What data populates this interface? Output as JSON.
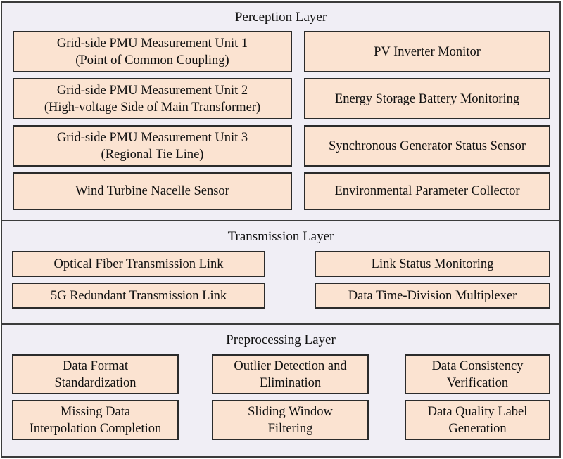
{
  "perception": {
    "title": "Perception Layer",
    "left": [
      {
        "line1": "Grid-side PMU Measurement Unit 1",
        "line2": "(Point of Common Coupling)"
      },
      {
        "line1": "Grid-side PMU Measurement Unit 2",
        "line2": "(High-voltage Side of Main Transformer)"
      },
      {
        "line1": "Grid-side PMU Measurement Unit 3",
        "line2": "(Regional Tie Line)"
      },
      {
        "line1": "Wind Turbine Nacelle Sensor",
        "line2": ""
      }
    ],
    "right": [
      {
        "line1": "PV Inverter Monitor",
        "line2": ""
      },
      {
        "line1": "Energy Storage Battery Monitoring",
        "line2": ""
      },
      {
        "line1": "Synchronous Generator Status Sensor",
        "line2": ""
      },
      {
        "line1": "Environmental Parameter Collector",
        "line2": ""
      }
    ]
  },
  "transmission": {
    "title": "Transmission Layer",
    "left": [
      {
        "line1": "Optical Fiber Transmission Link",
        "line2": ""
      },
      {
        "line1": "5G Redundant Transmission Link",
        "line2": ""
      }
    ],
    "right": [
      {
        "line1": "Link Status Monitoring",
        "line2": ""
      },
      {
        "line1": "Data Time-Division Multiplexer",
        "line2": ""
      }
    ]
  },
  "preprocessing": {
    "title": "Preprocessing Layer",
    "row1": [
      {
        "line1": "Data Format",
        "line2": "Standardization"
      },
      {
        "line1": "Outlier Detection and",
        "line2": "Elimination"
      },
      {
        "line1": "Data Consistency",
        "line2": "Verification"
      }
    ],
    "row2": [
      {
        "line1": "Missing Data",
        "line2": "Interpolation Completion"
      },
      {
        "line1": "Sliding Window",
        "line2": "Filtering"
      },
      {
        "line1": "Data Quality Label",
        "line2": "Generation"
      }
    ]
  }
}
